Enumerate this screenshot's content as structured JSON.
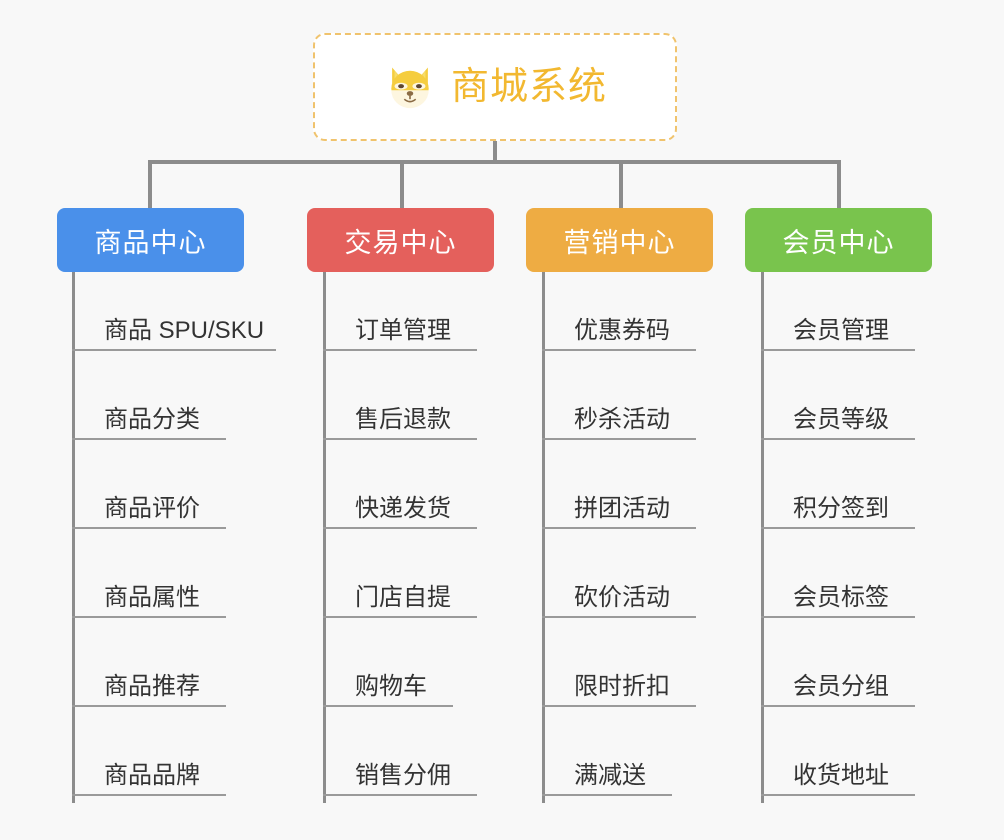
{
  "background_color": "#f8f8f8",
  "root": {
    "title": "商城系统",
    "icon": "shiba-dog-face-icon",
    "text_color": "#f2b830",
    "border_color": "#f0c36d"
  },
  "line_color": "#8c8c8c",
  "columns": [
    {
      "title": "商品中心",
      "color": "#4a90ea",
      "items": [
        "商品 SPU/SKU",
        "商品分类",
        "商品评价",
        "商品属性",
        "商品推荐",
        "商品品牌"
      ]
    },
    {
      "title": "交易中心",
      "color": "#e4605c",
      "items": [
        "订单管理",
        "售后退款",
        "快递发货",
        "门店自提",
        "购物车",
        "销售分佣"
      ]
    },
    {
      "title": "营销中心",
      "color": "#eeac43",
      "items": [
        "优惠券码",
        "秒杀活动",
        "拼团活动",
        "砍价活动",
        "限时折扣",
        "满减送"
      ]
    },
    {
      "title": "会员中心",
      "color": "#7ac champions"
    }
  ]
}
